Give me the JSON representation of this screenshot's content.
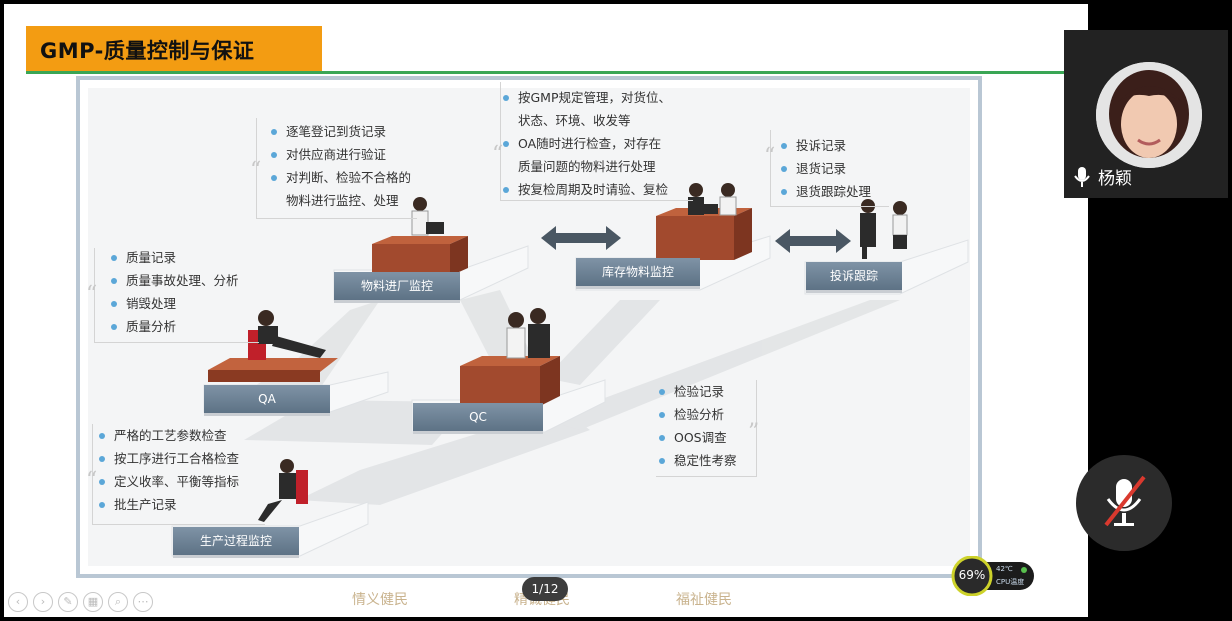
{
  "slide": {
    "title": "GMP-质量控制与保证",
    "page_counter": "1/12",
    "footer": [
      "情义健民",
      "精诚健民",
      "福祉健民"
    ]
  },
  "diagram": {
    "nodes": {
      "qa": "QA",
      "qc": "QC",
      "incoming": "物料进厂监控",
      "inventory": "库存物料监控",
      "complaint": "投诉跟踪",
      "production": "生产过程监控"
    },
    "incoming_notes": [
      "逐笔登记到货记录",
      "对供应商进行验证",
      "对判断、检验不合格的",
      "物料进行监控、处理"
    ],
    "inventory_notes": [
      "按GMP规定管理，对货位、",
      "状态、环境、收发等",
      "OA随时进行检查，对存在",
      "质量问题的物料进行处理",
      "按复检周期及时请验、复检"
    ],
    "complaint_notes": [
      "投诉记录",
      "退货记录",
      "退货跟踪处理"
    ],
    "qa_notes": [
      "质量记录",
      "质量事故处理、分析",
      "销毁处理",
      "质量分析"
    ],
    "qc_notes": [
      "检验记录",
      "检验分析",
      "OOS调查",
      "稳定性考察"
    ],
    "production_notes": [
      "严格的工艺参数检查",
      "按工序进行工合格检查",
      "定义收率、平衡等指标",
      "批生产记录"
    ]
  },
  "performance": {
    "cpu_percent": "69%",
    "temp": "42℃",
    "cpu_label": "CPU温度"
  },
  "webcam": {
    "name": "杨颖"
  },
  "toolbar_icons": [
    "prev-icon",
    "next-icon",
    "pen-icon",
    "grid-icon",
    "zoom-icon",
    "more-icon"
  ],
  "colors": {
    "title_bar": "#f39c12",
    "title_line": "#3aa655",
    "label": "#627689",
    "desk": "#a0492d"
  }
}
